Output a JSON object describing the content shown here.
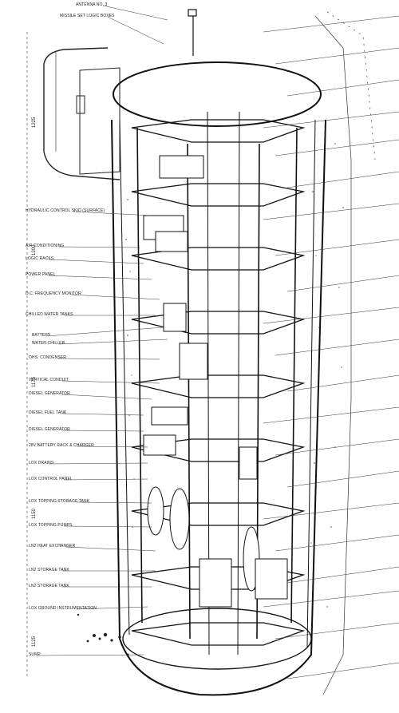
{
  "labels_left": [
    "ANTENNA NO. 3",
    "MISSILE SET LOGIC BOXES",
    "HYDRAULIC CONTROL SKID (SURFACE)",
    "AIR CONDITIONING",
    "LOGIC RACKS",
    "POWER PANEL",
    "D.C. FREQUENCY MONITOR",
    "CHILLED WATER TANKS",
    "BATTERY",
    "WATER CHILLER",
    "OHS. CONDENSER",
    "VERTICAL CONDUIT",
    "DIESEL GENERATOR",
    "DIESEL FUEL TANK",
    "DIESEL GENERATOR",
    "28V BATTERY RACK & CHARGER",
    "LOX DRAINS",
    "LOX CONTROL PANEL",
    "LOX TOPPING STORAGE TANK",
    "LOX TOPPING PUMPS",
    "LN2 HEAT EXCHANGER",
    "LN2 STORAGE TANK",
    "LN2 STORAGE TANK",
    "LOX GROUND INSTRUMENTATION",
    "SUMP"
  ],
  "elevations": [
    "1225",
    "1200",
    "1175",
    "1150",
    "1125"
  ]
}
